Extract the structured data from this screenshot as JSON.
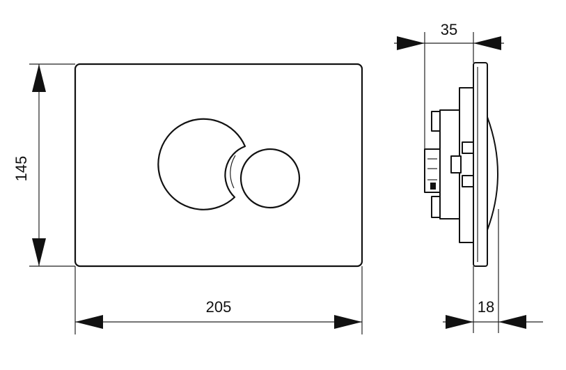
{
  "dimensions": {
    "height": "145",
    "width": "205",
    "depth_total": "35",
    "depth_plate": "18"
  }
}
